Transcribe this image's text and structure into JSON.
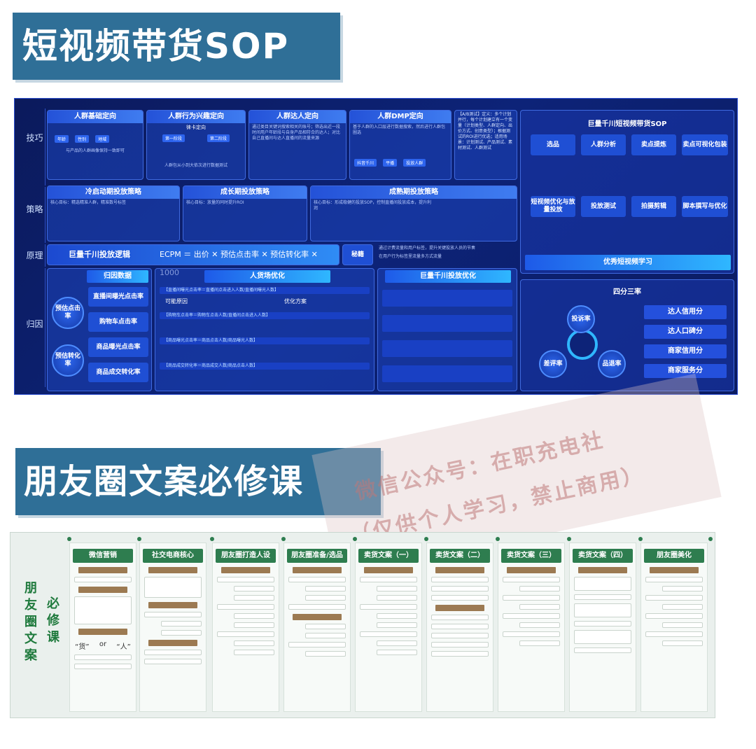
{
  "banner_top": "短视频带货SOP",
  "banner_bottom": "朋友圈文案必修课",
  "sop": {
    "side_labels": [
      "技巧",
      "策略",
      "原理",
      "归因"
    ],
    "targeting": [
      {
        "title": "人群基础定向",
        "chips": [
          "年龄",
          "性别",
          "地域"
        ],
        "note": "与产品的人群画像保持一致即可"
      },
      {
        "title": "人群行为兴趣定向",
        "sub": "徕卡定向",
        "chips": [
          "第一阶段",
          "第二阶段"
        ],
        "note": "人群包从小到大依次进行数据测试"
      },
      {
        "title": "人群达人定向",
        "note": "通过类目关键词搜索相关的账号；筛选出近一段时间用户年龄段与自身产品相符合的达人；对比自己直播间与达人直播间的流量来源"
      },
      {
        "title": "人群DMP定向",
        "note": "基于人群的入口层进行数据搜索，然后进行人群包圈选",
        "chips": [
          "抖音千川",
          "平播",
          "投放人群"
        ]
      }
    ],
    "ab_test": "【A/B测试】定义：多个计划并行，每个计划建立有一个变量（计划类型、人群定向、出价方式、创意类型）；根据测试的ROI进行优选；适用场景：计划测试、产品测试、素材测试、人群测试",
    "strategies": [
      "冷启动期投放策略",
      "成长期投放策略",
      "成熟期投放策略"
    ],
    "strategy_notes": [
      "核心目标：精选精准人群，精准数号标签",
      "核心目标：放量的同时提升ROI",
      "核心目标：形成稳健的投放SOP，控制直播间投放成本，提升利润"
    ],
    "formula_label": "巨量千川投放逻辑",
    "formula": "ECPM ＝ 出价 ✕ 预估点击率 ✕ 预估转化率 ✕ 1000",
    "secret_label": "秘籍",
    "secret_notes": [
      "通过计费流量和用户标签，提升关键投放人员的节奏",
      "在用户行为标签里流量多方式流量"
    ],
    "attribution": {
      "title": "归因数据",
      "left_circles": [
        "预估点击率",
        "预估转化率"
      ],
      "items": [
        "直播间曝光点击率",
        "购物车点击率",
        "商品曝光点击率",
        "商品成交转化率"
      ],
      "crowd_title": "人货场优化",
      "crowd_rows": [
        "【直播间曝光点击率＝直播间点击进入人数/直播间曝光人数】",
        "【购物车点击率＝购物车点击人数/直播间点击进入人数】",
        "【商品曝光点击率＝商品点击人数/商品曝光人数】",
        "【商品成交转化率＝商品成交人数/商品点击人数】"
      ],
      "tags": [
        "可能原因",
        "优化方案"
      ]
    },
    "qianchuan_title": "巨量千川投放优化",
    "right": {
      "title": "巨量千川短视频带货SOP",
      "cards_row1": [
        "选品",
        "人群分析",
        "卖点提炼",
        "卖点可视化包装"
      ],
      "cards_row2": [
        "短视频优化与放量投放",
        "投放测试",
        "拍摄剪辑",
        "脚本撰写与优化"
      ],
      "study": "优秀短视频学习",
      "four_title": "四分三率",
      "rates": [
        "投诉率",
        "差评率",
        "品退率"
      ],
      "scores": [
        "达人信用分",
        "达人口碑分",
        "商家信用分",
        "商家服务分"
      ]
    }
  },
  "moments": {
    "side_title_a": [
      "朋",
      "友",
      "圈",
      "文",
      "案"
    ],
    "side_title_b": [
      "必",
      "修",
      "课"
    ],
    "columns": [
      "微信营销",
      "社交电商核心",
      "朋友圈打造人设",
      "朋友圈准备/选品",
      "卖货文案（一）",
      "卖货文案（二）",
      "卖货文案（三）",
      "卖货文案（四）",
      "朋友圈美化"
    ],
    "huo": "“货”",
    "or": "or",
    "ren": "“人”"
  },
  "watermark": [
    "微信公众号：在职充电社",
    "（仅供个人学习，禁止商用）"
  ]
}
